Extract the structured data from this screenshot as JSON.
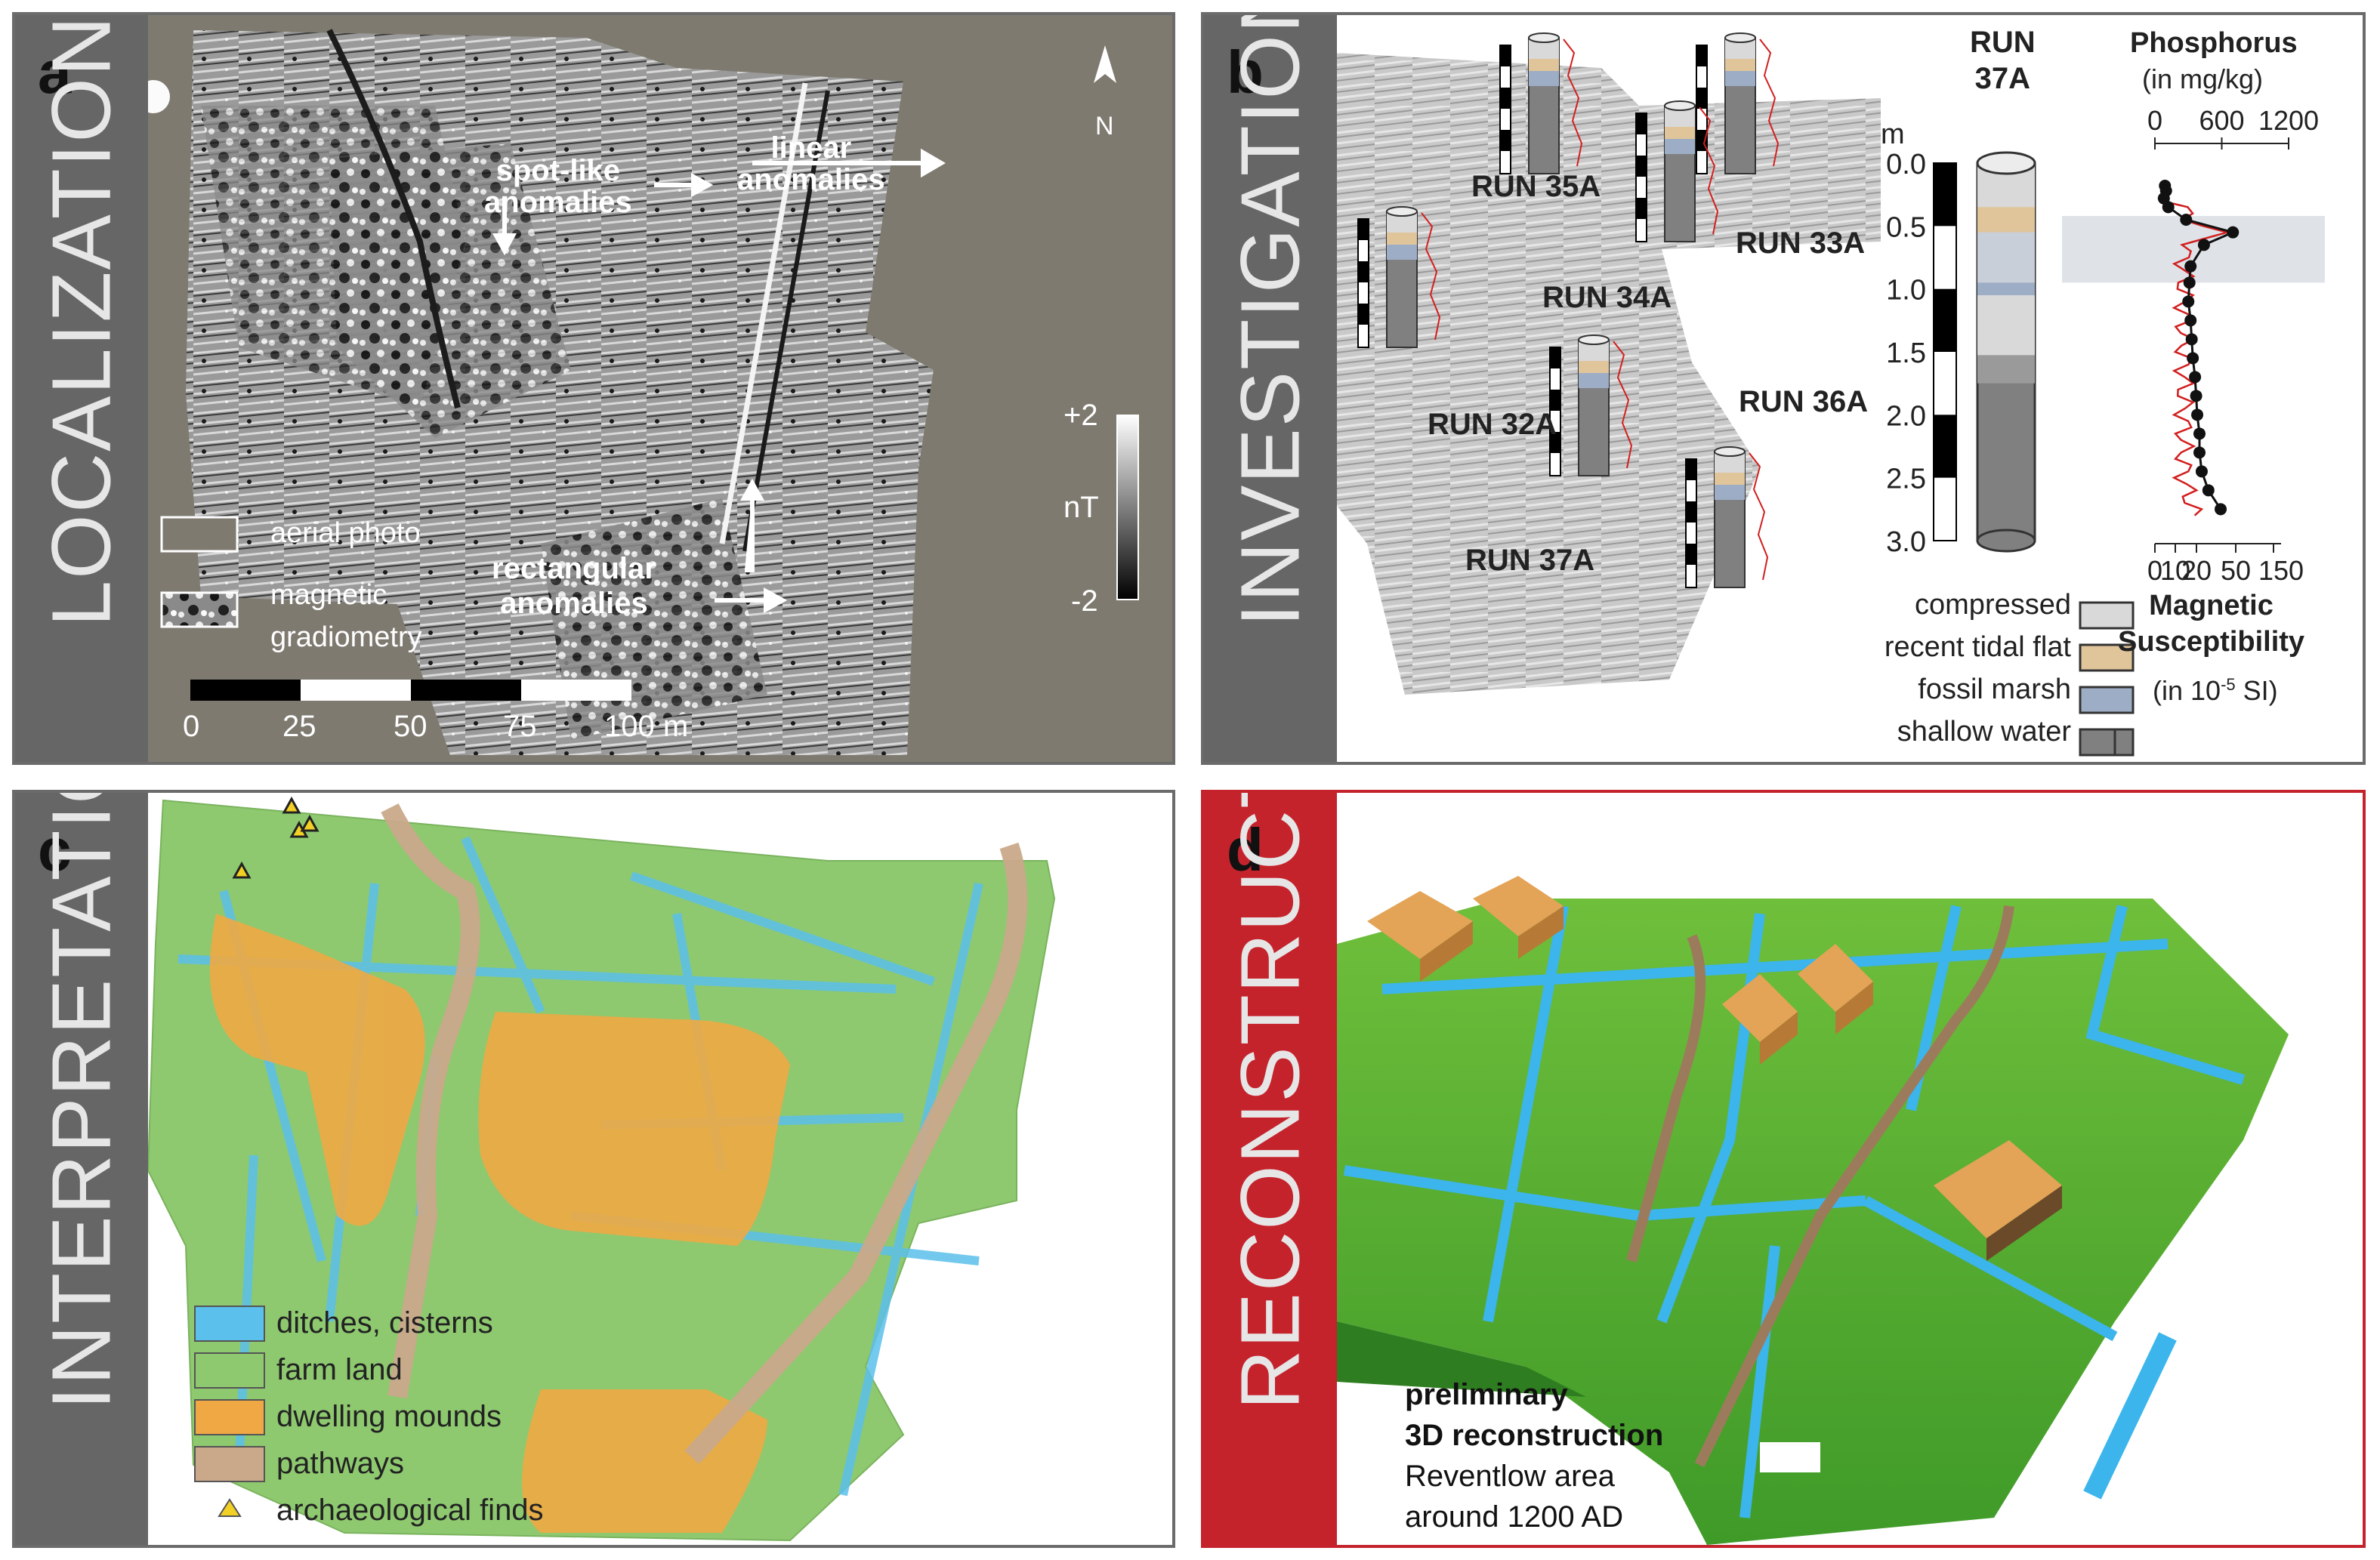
{
  "panel_a": {
    "letter": "a",
    "title": "LOCALIZATION",
    "north": "N",
    "annotations": {
      "spot_like": [
        "spot-like",
        "anomalies"
      ],
      "linear": [
        "linear",
        "anomalies"
      ],
      "rectangular": [
        "rectangular",
        "anomalies"
      ]
    },
    "colorbar": {
      "max": "+2",
      "unit": "nT",
      "min": "-2"
    },
    "legend": {
      "aerial": "aerial photo",
      "magnetic": [
        "magnetic",
        "gradiometry"
      ]
    },
    "scale_ticks": [
      "0",
      "25",
      "50",
      "75",
      "100 m"
    ]
  },
  "panel_b": {
    "letter": "b",
    "title": "INVESTIGATION",
    "runs": [
      "RUN 35A",
      "RUN 33A",
      "RUN 34A",
      "RUN 32A",
      "RUN 36A",
      "RUN 37A"
    ],
    "core_title": [
      "RUN",
      "37A"
    ],
    "depth_unit": "m",
    "depth_ticks": [
      "0.0",
      "0.5",
      "1.0",
      "1.5",
      "2.0",
      "2.5",
      "3.0"
    ],
    "phosphorus": {
      "title": "Phosphorus",
      "unit": "(in mg/kg)",
      "ticks": [
        "0",
        "600",
        "1200"
      ],
      "profile": [
        {
          "depth": 0.18,
          "value": 90
        },
        {
          "depth": 0.22,
          "value": 100
        },
        {
          "depth": 0.28,
          "value": 80
        },
        {
          "depth": 0.35,
          "value": 120
        },
        {
          "depth": 0.45,
          "value": 280
        },
        {
          "depth": 0.55,
          "value": 700
        },
        {
          "depth": 0.65,
          "value": 440
        },
        {
          "depth": 0.82,
          "value": 320
        },
        {
          "depth": 0.95,
          "value": 310
        },
        {
          "depth": 1.1,
          "value": 300
        },
        {
          "depth": 1.25,
          "value": 320
        },
        {
          "depth": 1.4,
          "value": 330
        },
        {
          "depth": 1.55,
          "value": 340
        },
        {
          "depth": 1.7,
          "value": 360
        },
        {
          "depth": 1.85,
          "value": 370
        },
        {
          "depth": 2.0,
          "value": 380
        },
        {
          "depth": 2.15,
          "value": 400
        },
        {
          "depth": 2.3,
          "value": 400
        },
        {
          "depth": 2.45,
          "value": 420
        },
        {
          "depth": 2.6,
          "value": 480
        },
        {
          "depth": 2.75,
          "value": 590
        }
      ]
    },
    "susceptibility": {
      "title": [
        "Magnetic",
        "Susceptibility"
      ],
      "unit_pre": "(in 10",
      "unit_exp": "-5",
      "unit_post": " SI)",
      "ticks": [
        "0",
        "10",
        "20",
        "50",
        "150"
      ]
    },
    "legend": [
      "compressed",
      "recent tidal flat",
      "fossil marsh",
      "shallow water"
    ],
    "colors": {
      "compressed": "#d9d9d9",
      "recent_tidal_flat": "#e0c59a",
      "fossil_marsh": "#9dadc6",
      "shallow_water": "#808080",
      "highlight": "#dfe3e8",
      "curve": "#d21f1f"
    }
  },
  "panel_c": {
    "letter": "c",
    "title": "INTERPRETATION",
    "legend": [
      "ditches, cisterns",
      "farm land",
      "dwelling mounds",
      "pathways",
      "archaeological finds"
    ],
    "colors": {
      "ditches": "#5bc0eb",
      "farm_land": "#8ec96f",
      "dwelling_mounds": "#f0a844",
      "pathways": "#c9a98a",
      "finds": "#f2d024"
    }
  },
  "panel_d": {
    "letter": "d",
    "title": "RECONSTRUCTION",
    "caption": [
      "preliminary",
      "3D reconstruction",
      "Reventlow area",
      "around 1200 AD"
    ]
  }
}
